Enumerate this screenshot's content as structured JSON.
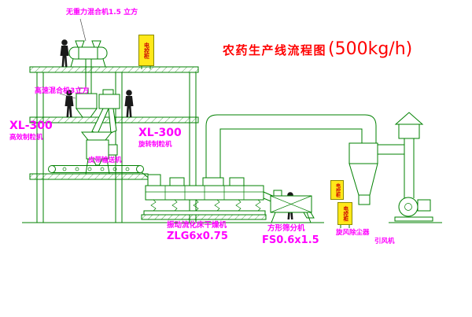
{
  "title": {
    "name": "农药生产线流程图",
    "capacity": "(500kg/h)"
  },
  "equipment_labels": {
    "gravity_mixer": "无重力混合机1.5 立方",
    "high_speed_mixer": "高速混合机3立方",
    "granulator_left_model": "XL-300",
    "granulator_left_name": "高效制粒机",
    "granulator_center_model": "XL-300",
    "granulator_center_name": "旋转制粒机",
    "belt_conveyor": "皮带输送机",
    "fluid_bed_dryer": "振动流化床干燥机",
    "fluid_bed_dryer_model": "ZLG6x0.75",
    "square_sieve": "方形筛分机",
    "square_sieve_model": "FS0.6x1.5",
    "cyclone": "旋风除尘器",
    "induced_fan": "引风机",
    "control_cabinet": "电控柜"
  },
  "colors": {
    "line": "#008000",
    "label": "#FF00FF",
    "title_color": "#FF0000",
    "cabinet_fill": "#FFE81A",
    "cabinet_text": "#CC0000"
  }
}
